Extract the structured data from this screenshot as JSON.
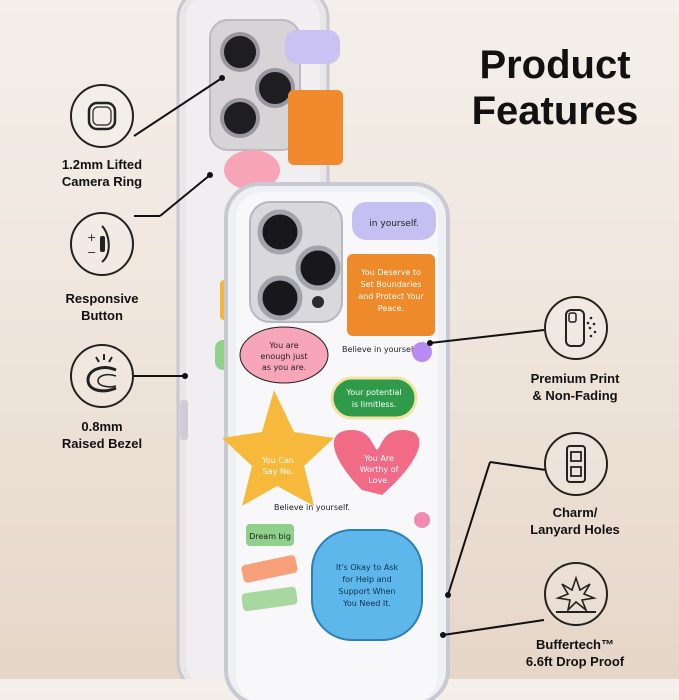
{
  "title": {
    "line1": "Product",
    "line2": "Features"
  },
  "features_left": [
    {
      "icon": "camera-ring-icon",
      "line1": "1.2mm Lifted",
      "line2": "Camera Ring"
    },
    {
      "icon": "button-icon",
      "line1": "Responsive",
      "line2": "Button"
    },
    {
      "icon": "bezel-icon",
      "line1": "0.8mm",
      "line2": "Raised Bezel"
    }
  ],
  "features_right": [
    {
      "icon": "print-icon",
      "line1": "Premium Print",
      "line2": "& Non-Fading"
    },
    {
      "icon": "lanyard-hole-icon",
      "line1": "Charm/",
      "line2": "Lanyard Holes"
    },
    {
      "icon": "drop-proof-icon",
      "line1": "Buffertech™",
      "line2": "6.6ft Drop Proof"
    }
  ],
  "button_marks": {
    "plus": "+",
    "minus": "−"
  },
  "stickers": {
    "believe": "Believe in yourself.",
    "deserve": "You Deserve to Set Boundaries and Protect Your Peace.",
    "enough": "You are enough just as you are.",
    "potential": "Your potential is limitless.",
    "say_no": "You Can Say No.",
    "worthy": "You Are Worthy of Love.",
    "dream": "Dream big",
    "okay": "It's Okay to Ask for Help and Support When You Need It."
  },
  "colors": {
    "accent": "#111111",
    "background": "#efe6dd"
  }
}
